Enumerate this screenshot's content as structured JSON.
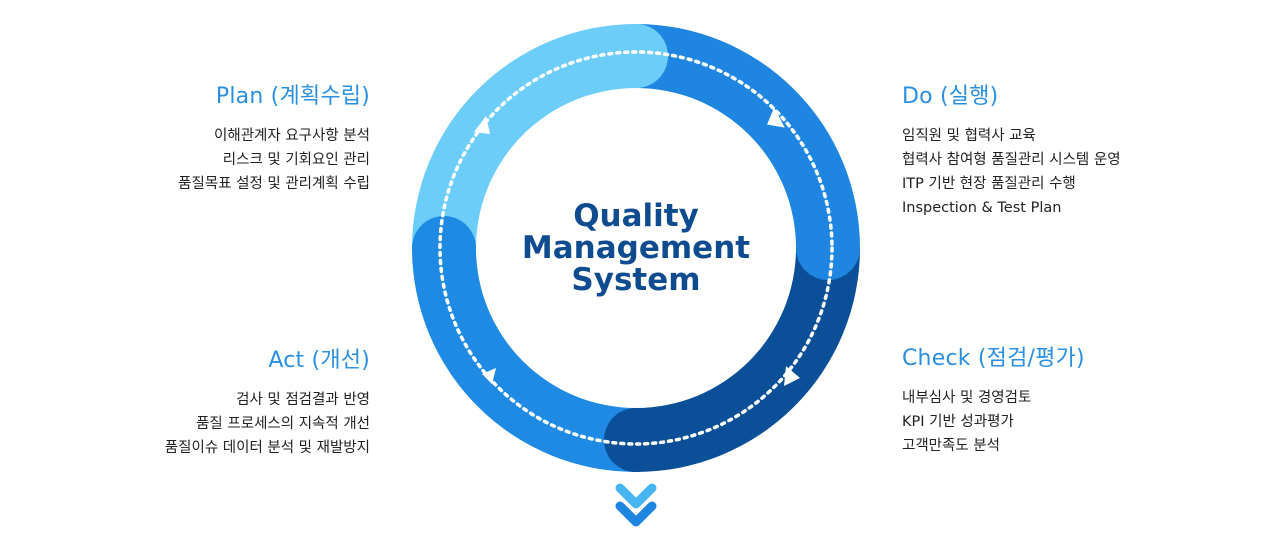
{
  "center": {
    "line1": "Quality",
    "line2": "Management",
    "line3": "System"
  },
  "plan": {
    "title": "Plan (계획수립)",
    "items": [
      "이해관계자 요구사항 분석",
      "리스크 및 기회요인 관리",
      "품질목표 설정 및 관리계획 수립"
    ]
  },
  "do": {
    "title": "Do (실행)",
    "items": [
      "임직원 및 협력사 교육",
      "협력사 참여형 품질관리 시스템 운영",
      "ITP 기반 현장 품질관리 수행",
      "Inspection & Test Plan"
    ]
  },
  "check": {
    "title": "Check (점검/평가)",
    "items": [
      "내부심사 및 경영검토",
      "KPI 기반 성과평가",
      "고객만족도 분석"
    ]
  },
  "act": {
    "title": "Act (개선)",
    "items": [
      "검사 및 점검결과 반영",
      "품질 프로세스의 지속적 개선",
      "품질이슈 데이터 분석 및 재발방지"
    ]
  },
  "colors": {
    "plan": "#6ccdf8",
    "do": "#1e86e0",
    "check": "#0a4f97",
    "act": "#1f8ae4",
    "title": "#2a8fe0",
    "center": "#0f4c8f"
  },
  "icons": [
    "down-double-chevron-icon",
    "arrow-icon"
  ]
}
